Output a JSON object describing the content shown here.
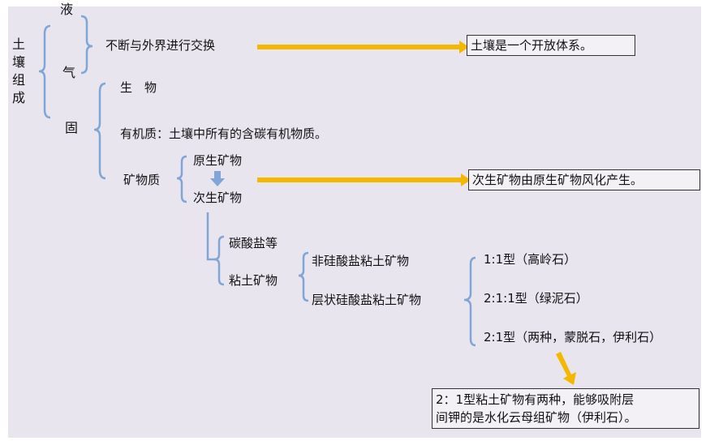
{
  "root": "土壤组成",
  "liquid": "液",
  "gas": "气",
  "solid": "固",
  "exchange": "不断与外界进行交换",
  "note_open_system": "土壤是一个开放体系。",
  "organism": "生　物",
  "organic": "有机质：土壤中所有的含碳有机物质。",
  "mineral": "矿物质",
  "primary": "原生矿物",
  "secondary": "次生矿物",
  "note_secondary": "次生矿物由原生矿物风化产生。",
  "carbonate": "碳酸盐等",
  "clay": "粘土矿物",
  "non_silicate": "非硅酸盐粘土矿物",
  "layer_silicate": "层状硅酸盐粘土矿物",
  "type_11": "1:1型（高岭石）",
  "type_211": "2:1:1型（绿泥石）",
  "type_21": "2:1型（两种，蒙脱石，伊利石）",
  "note_21_line1": "2：1型粘土矿物有两种，能够吸附层",
  "note_21_line2": "间钾的是水化云母组矿物（伊利石）。",
  "colors": {
    "brace": "#7fa6d6",
    "arrow": "#f5b800",
    "background": "#e8e5ef"
  }
}
